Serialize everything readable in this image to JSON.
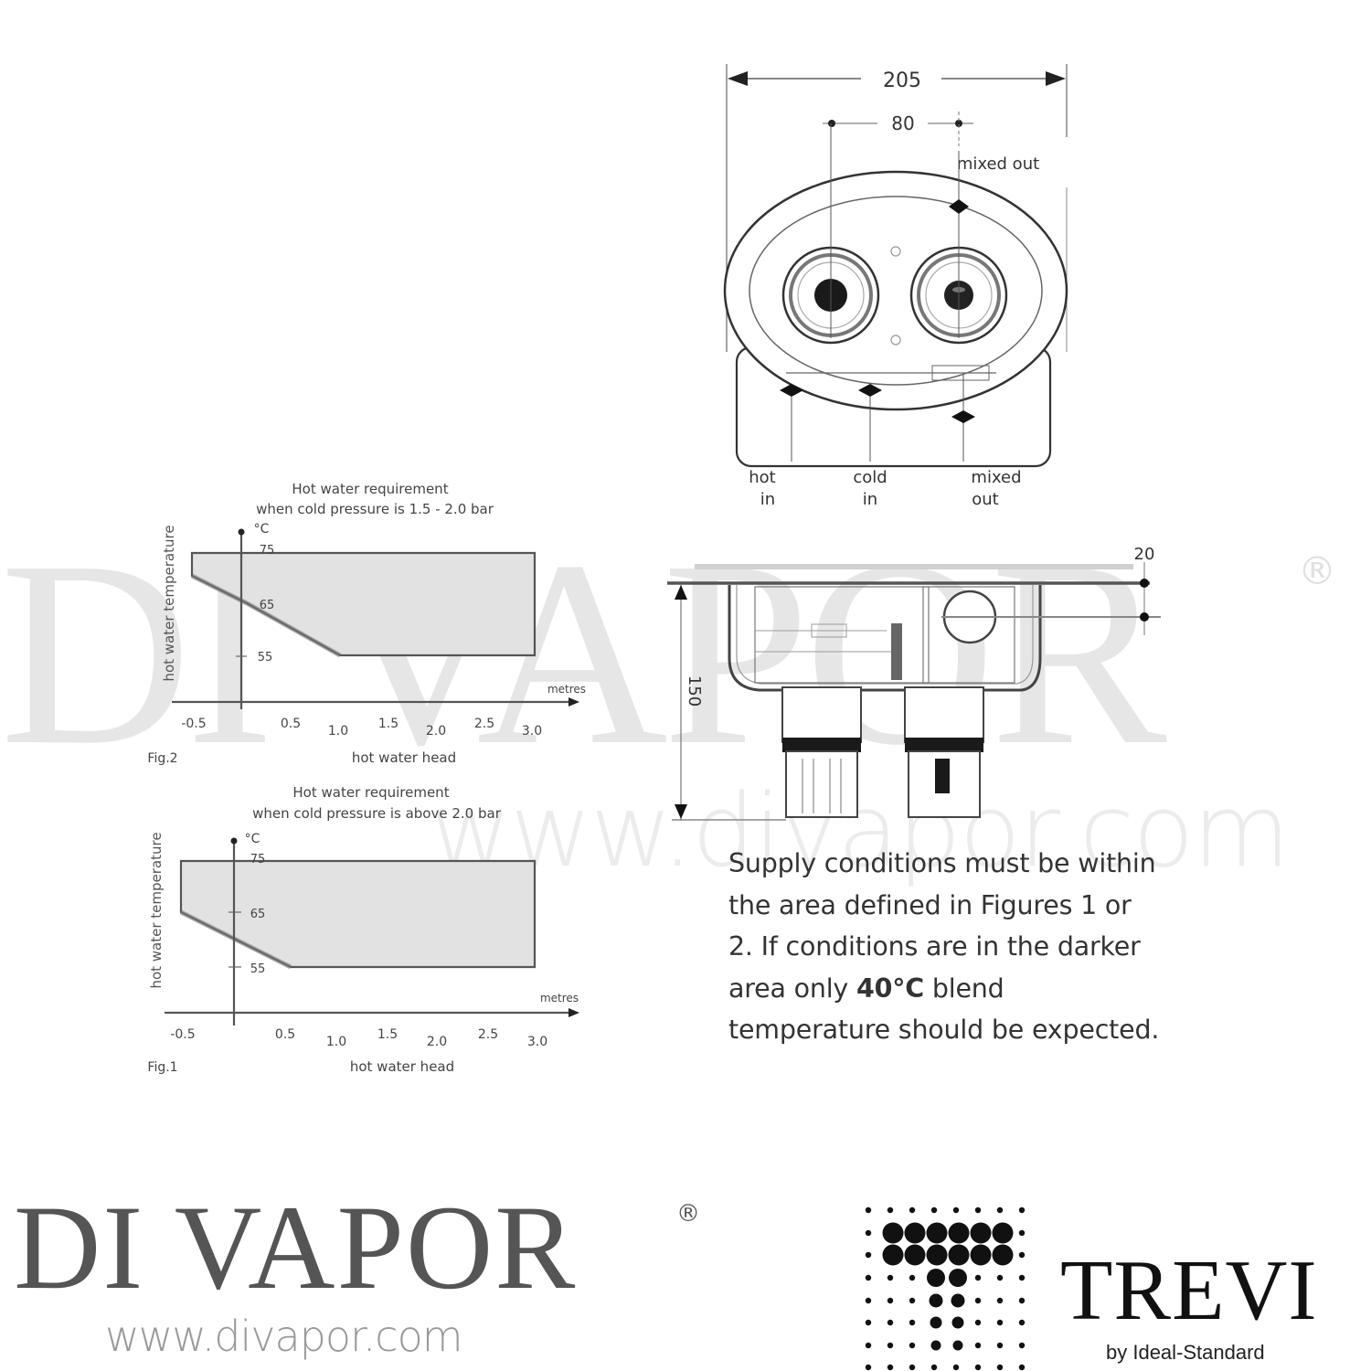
{
  "watermark": {
    "brand": "DI VAPOR",
    "registered": "®",
    "url": "www.divapor.com"
  },
  "front_view": {
    "dimension_overall": "205",
    "dimension_centers": "80",
    "label_top": "mixed out",
    "labels_bottom": [
      {
        "line1": "hot",
        "line2": "in"
      },
      {
        "line1": "cold",
        "line2": "in"
      },
      {
        "line1": "mixed",
        "line2": "out"
      }
    ]
  },
  "side_view": {
    "dimension_depth": "150",
    "dimension_offset": "20"
  },
  "note": {
    "line1": "Supply conditions must be within",
    "line2": "the area defined in Figures 1 or",
    "line3": "2. If conditions are in the darker",
    "line4_pre": "area only ",
    "line4_strong": "40°C",
    "line4_post": " blend",
    "line5": "temperature should be expected."
  },
  "chart_data": [
    {
      "type": "area",
      "figure_label": "Fig.2",
      "title": "Hot water requirement",
      "subtitle": "when cold pressure is 1.5 - 2.0 bar",
      "xlabel": "hot water head",
      "x_unit": "metres",
      "ylabel": "hot water temperature",
      "y_unit": "°C",
      "x_ticks": [
        "-0.5",
        "0.5",
        "1.0",
        "1.5",
        "2.0",
        "2.5",
        "3.0"
      ],
      "y_ticks": [
        "55",
        "65",
        "75"
      ],
      "xlim": [
        -0.5,
        3.0
      ],
      "ylim": [
        55,
        75
      ],
      "region_polygon": [
        [
          -0.5,
          75
        ],
        [
          3.0,
          75
        ],
        [
          3.0,
          55
        ],
        [
          1.0,
          55
        ],
        [
          0.0,
          63
        ],
        [
          -0.5,
          70
        ]
      ],
      "grid": false
    },
    {
      "type": "area",
      "figure_label": "Fig.1",
      "title": "Hot water requirement",
      "subtitle": "when cold pressure is above 2.0 bar",
      "xlabel": "hot water head",
      "x_unit": "metres",
      "ylabel": "hot water temperature",
      "y_unit": "°C",
      "x_ticks": [
        "-0.5",
        "0.5",
        "1.0",
        "1.5",
        "2.0",
        "2.5",
        "3.0"
      ],
      "y_ticks": [
        "55",
        "65",
        "75"
      ],
      "xlim": [
        -0.5,
        3.0
      ],
      "ylim": [
        55,
        75
      ],
      "region_polygon": [
        [
          -0.5,
          75
        ],
        [
          3.0,
          75
        ],
        [
          3.0,
          55
        ],
        [
          0.5,
          55
        ],
        [
          0.0,
          60
        ],
        [
          -0.5,
          65
        ]
      ],
      "grid": false
    }
  ],
  "trevi_logo": {
    "name": "TREVI",
    "tagline": "by Ideal-Standard"
  }
}
